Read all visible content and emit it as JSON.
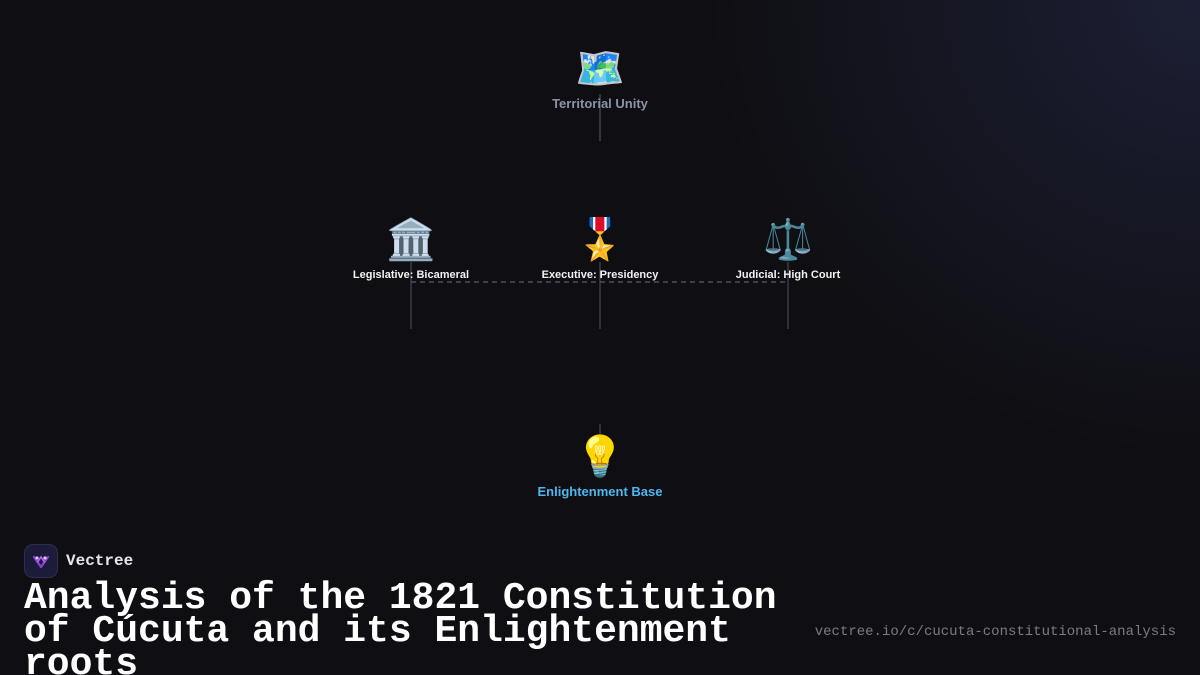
{
  "diagram": {
    "root": {
      "icon": "world-map-icon",
      "emoji": "🗺️",
      "label": "Territorial Unity"
    },
    "branches": [
      {
        "icon": "classical-building-icon",
        "emoji": "🏛️",
        "label": "Legislative: Bicameral"
      },
      {
        "icon": "military-medal-icon",
        "emoji": "🎖️",
        "label": "Executive: Presidency"
      },
      {
        "icon": "balance-scale-icon",
        "emoji": "⚖️",
        "label": "Judicial: High Court"
      }
    ],
    "base": {
      "icon": "light-bulb-icon",
      "emoji": "💡",
      "label": "Enlightenment Base"
    }
  },
  "colors": {
    "background": "#0f0f13",
    "root_label": "#8a93a6",
    "branch_label": "#f2f2f2",
    "base_label": "#4fb7f0",
    "connector": "#4a5060"
  },
  "footer": {
    "brand_name": "Vectree",
    "title": "Analysis of the 1821 Constitution of Cúcuta and its Enlightenment roots",
    "url": "vectree.io/c/cucuta-constitutional-analysis"
  }
}
